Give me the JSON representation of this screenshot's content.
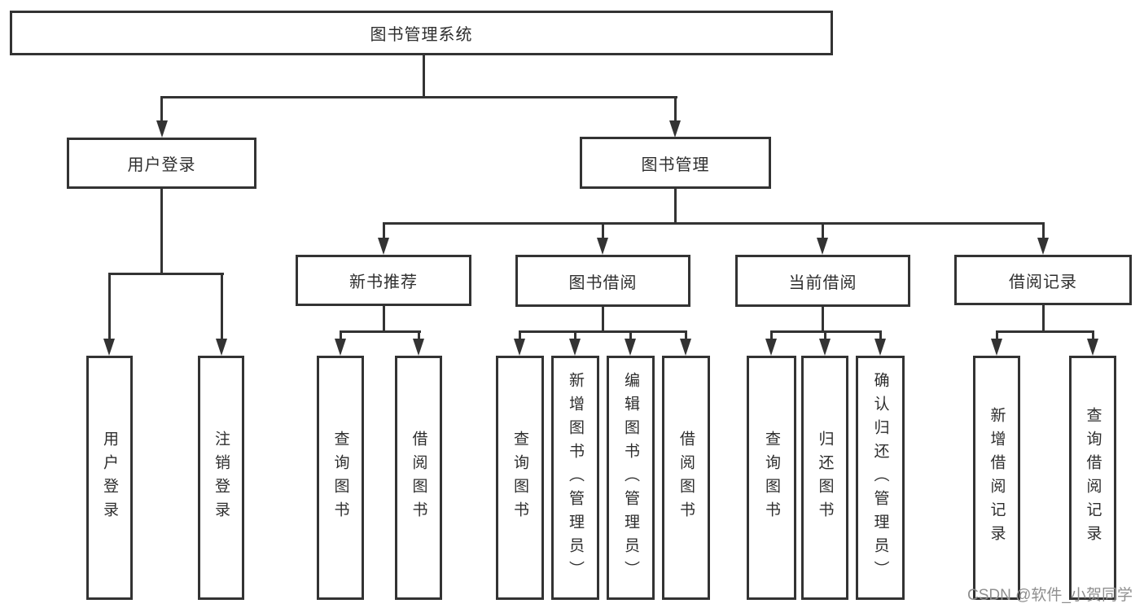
{
  "diagram": {
    "root": "图书管理系统",
    "branches": [
      {
        "label": "用户登录",
        "leaves": [
          "用户登录",
          "注销登录"
        ]
      },
      {
        "label": "图书管理",
        "groups": [
          {
            "label": "新书推荐",
            "leaves": [
              "查询图书",
              "借阅图书"
            ]
          },
          {
            "label": "图书借阅",
            "leaves": [
              "查询图书",
              "新增图书（管理员）",
              "编辑图书（管理员）",
              "借阅图书"
            ]
          },
          {
            "label": "当前借阅",
            "leaves": [
              "查询图书",
              "归还图书",
              "确认归还（管理员）"
            ]
          },
          {
            "label": "借阅记录",
            "leaves": [
              "新增借阅记录",
              "查询借阅记录"
            ]
          }
        ]
      }
    ]
  },
  "watermark": "CSDN @软件_小贺同学",
  "colors": {
    "line": "#333333",
    "text": "#2e2e2e",
    "watermark": "#8f8f8f",
    "background": "#ffffff"
  }
}
